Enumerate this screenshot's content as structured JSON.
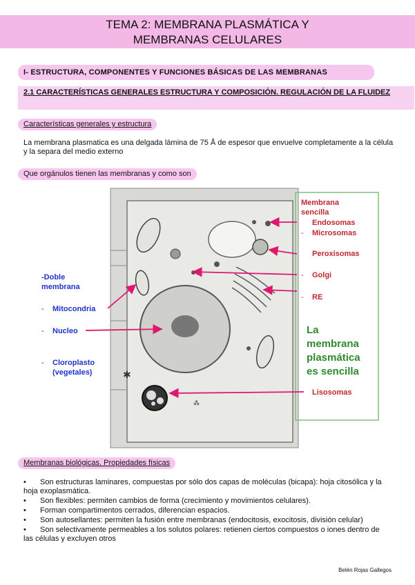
{
  "title": {
    "line1": "TEMA 2: MEMBRANA PLASMÁTICA Y",
    "line2": "MEMBRANAS CELULARES"
  },
  "section1": "I- ESTRUCTURA, COMPONENTES Y FUNCIONES BÁSICAS DE LAS MEMBRANAS",
  "section2": "2.1 CARACTERÍSTICAS GENERALES ESTRUCTURA Y COMPOSICIÓN. REGULACIÓN DE LA FLUIDEZ",
  "sub1": "Características generales y estructura",
  "para1": "La membrana plasmatica es una delgada lámina de 75 Å de espesor que envuelve completamente a la célula y la separa del medio externo",
  "sub2": "Que orgánulos tienen las membranas y como son",
  "diagram": {
    "left_title_1": "-Doble",
    "left_title_2": "membrana",
    "left_items": [
      "Mitocondria",
      "Nucleo",
      "Cloroplasto",
      "(vegetales)"
    ],
    "dash": "-",
    "right_title_1": "Membrana",
    "right_title_2": "sencilla",
    "right_items": [
      "Endosomas",
      "Microsomas",
      "Peroxisomas",
      "Golgi",
      "RE",
      "Lisosomas"
    ],
    "callout_lines": [
      "La",
      "membrana",
      "plasmática",
      "es sencilla"
    ],
    "colors": {
      "arrow": "#e0176f",
      "blue": "#1f33c9",
      "red": "#c0282f",
      "green": "#2f8a2f"
    }
  },
  "sub3": "Membranas biológicas. Propiedades físicas",
  "bullets": [
    "Son estructuras laminares, compuestas por sólo dos capas de moléculas (bicapa): hoja citosólica y la hoja exoplasmática.",
    "Son flexibles: permiten cambios de forma (crecimiento y movimientos celulares).",
    "Forman compartimentos cerrados, diferencian espacios.",
    "Son autosellantes: permiten la fusión entre membranas (endocitosis, exocitosis, división celular)",
    "Son selectivamente permeables a los solutos polares: retienen ciertos compuestos o iones dentro de las células y excluyen otros"
  ],
  "bullet_symbol": "•",
  "footer": "Belén Rojas Gallegos"
}
